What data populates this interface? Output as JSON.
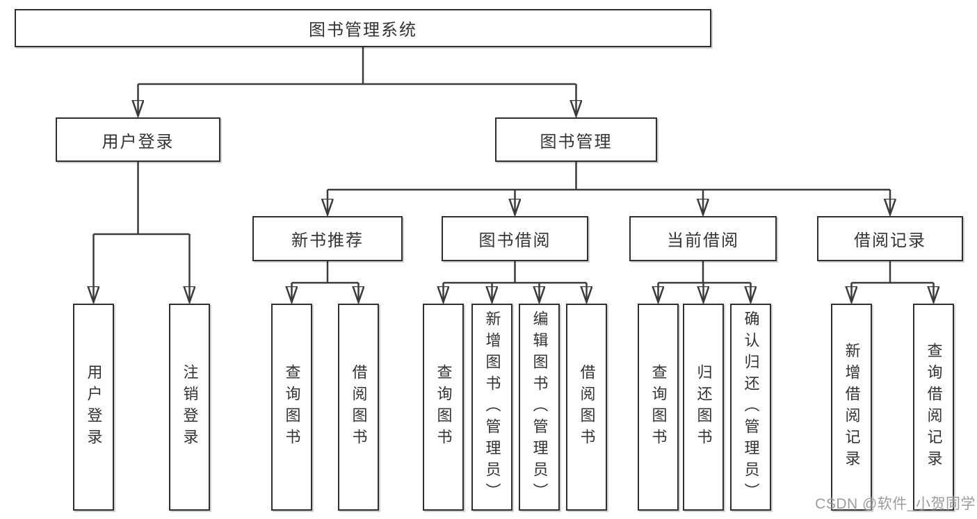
{
  "root": {
    "label": "图书管理系统"
  },
  "level2": [
    {
      "label": "用户登录",
      "children": [
        {
          "label": "用户登录"
        },
        {
          "label": "注销登录"
        }
      ]
    },
    {
      "label": "图书管理",
      "children": [
        {
          "label": "新书推荐",
          "children": [
            {
              "label": "查询图书"
            },
            {
              "label": "借阅图书"
            }
          ]
        },
        {
          "label": "图书借阅",
          "children": [
            {
              "label": "查询图书"
            },
            {
              "label": "新增图书（管理员）"
            },
            {
              "label": "编辑图书（管理员）"
            },
            {
              "label": "借阅图书"
            }
          ]
        },
        {
          "label": "当前借阅",
          "children": [
            {
              "label": "查询图书"
            },
            {
              "label": "归还图书"
            },
            {
              "label": "确认归还（管理员）"
            }
          ]
        },
        {
          "label": "借阅记录",
          "children": [
            {
              "label": "新增借阅记录"
            },
            {
              "label": "查询借阅记录"
            }
          ]
        }
      ]
    }
  ],
  "watermark": {
    "text": "CSDN @软件_小贺同学"
  },
  "colors": {
    "line": "#3b3b3b",
    "border": "#2f2f2f",
    "text": "#333333",
    "watermark_text": "#8f8f8f",
    "background": "#ffffff"
  }
}
